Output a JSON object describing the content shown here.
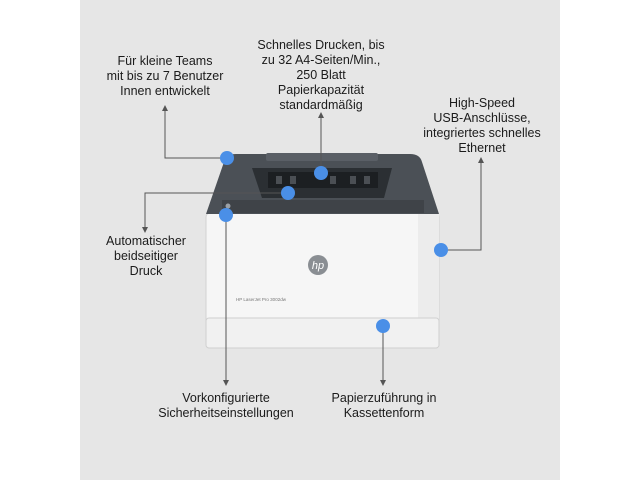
{
  "callouts": {
    "teams": "Für kleine Teams\nmit bis zu 7 Benutzer\nInnen entwickelt",
    "speed": "Schnelles Drucken, bis\nzu 32 A4-Seiten/Min.,\n250 Blatt\nPapierkapazität\nstandardmäßig",
    "usb": "High-Speed\nUSB-Anschlüsse,\nintegriertes schnelles\nEthernet",
    "duplex": "Automatischer\nbeidseitiger\nDruck",
    "security": "Vorkonfigurierte\nSicherheitseinstellungen",
    "tray": "Papierzuführung in\nKassettenform"
  },
  "printer": {
    "logo": "hp",
    "model_label": "HP LaserJet Pro 3002dw"
  },
  "colors": {
    "background": "#e6e6e6",
    "dot": "#4a8fe7",
    "line": "#555555",
    "printer_top": "#4a4f55",
    "printer_body": "#f7f7f7"
  }
}
